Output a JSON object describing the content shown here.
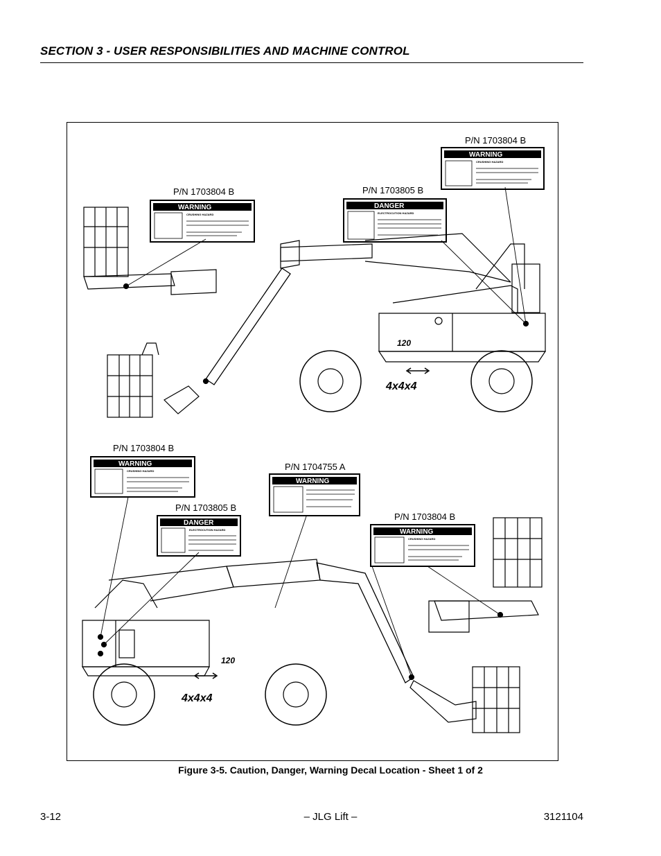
{
  "header": {
    "section_title": "SECTION 3 - USER RESPONSIBILITIES AND MACHINE CONTROL"
  },
  "figure": {
    "caption": "Figure 3-5.  Caution, Danger, Warning Decal Location - Sheet 1 of 2",
    "decals": [
      {
        "part_number": "P/N 1703804 B",
        "type": "WARNING",
        "hazard": "CRUSHING HAZARD"
      },
      {
        "part_number": "P/N 1703805 B",
        "type": "DANGER",
        "hazard": "ELECTROCUTION HAZARD"
      },
      {
        "part_number": "P/N 1703804 B",
        "type": "WARNING",
        "hazard": "CRUSHING HAZARD"
      },
      {
        "part_number": "P/N 1703804 B",
        "type": "WARNING",
        "hazard": "CRUSHING HAZARD"
      },
      {
        "part_number": "P/N 1704755 A",
        "type": "WARNING",
        "hazard": ""
      },
      {
        "part_number": "P/N 1703805 B",
        "type": "DANGER",
        "hazard": "ELECTROCUTION HAZARD"
      },
      {
        "part_number": "P/N 1703804 B",
        "type": "WARNING",
        "hazard": "CRUSHING HAZARD"
      }
    ],
    "machine_labels": {
      "model": "120",
      "drive": "4x4x4"
    }
  },
  "footer": {
    "page_number": "3-12",
    "center": "– JLG Lift –",
    "doc_number": "3121104"
  }
}
